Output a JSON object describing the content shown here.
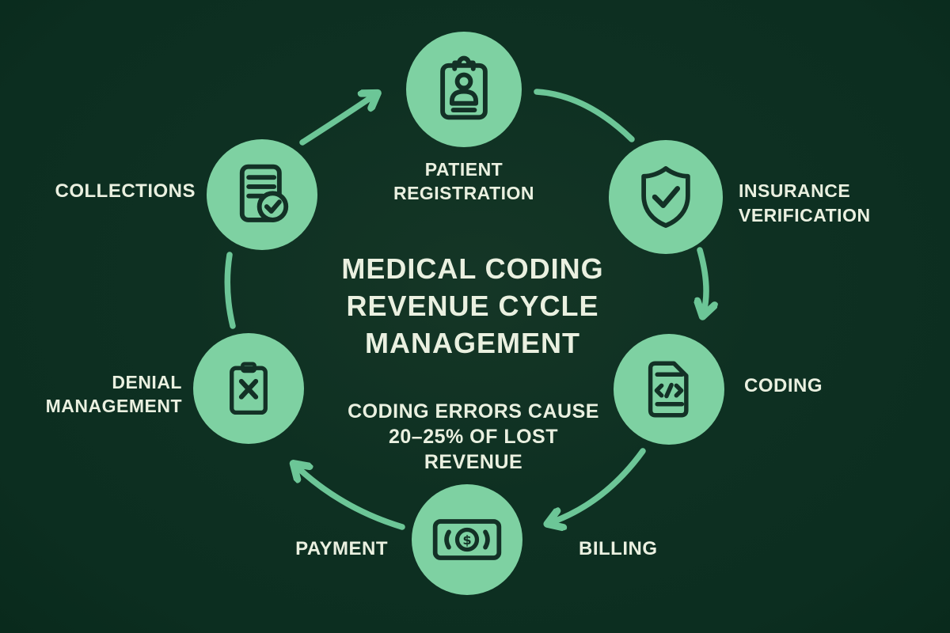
{
  "title": "MEDICAL CODING\nREVENUE CYCLE\nMANAGEMENT",
  "subtitle": "CODING ERRORS CAUSE\n20–25% OF LOST\nREVENUE",
  "nodes": {
    "patient_registration": {
      "label": "PATIENT\nREGISTRATION",
      "icon": "clipboard-person-icon"
    },
    "insurance_verification": {
      "label": "INSURANCE\nVERIFICATION",
      "icon": "shield-check-icon"
    },
    "coding": {
      "label": "CODING",
      "icon": "code-document-icon"
    },
    "billing_payment": {
      "icon": "money-bill-icon",
      "billing_label": "BILLING",
      "payment_label": "PAYMENT"
    },
    "denial_management": {
      "label": "DENIAL\nMANAGEMENT",
      "icon": "clipboard-x-icon"
    },
    "collections": {
      "label": "COLLECTIONS",
      "icon": "document-check-icon"
    }
  },
  "flow": [
    "patient_registration",
    "insurance_verification",
    "coding",
    "billing_payment",
    "denial_management",
    "collections"
  ],
  "colors": {
    "background": "#0c2e20",
    "circle": "#7ed1a2",
    "arrow": "#6cc697",
    "icon_stroke": "#133126",
    "text": "#eaf0e0"
  }
}
